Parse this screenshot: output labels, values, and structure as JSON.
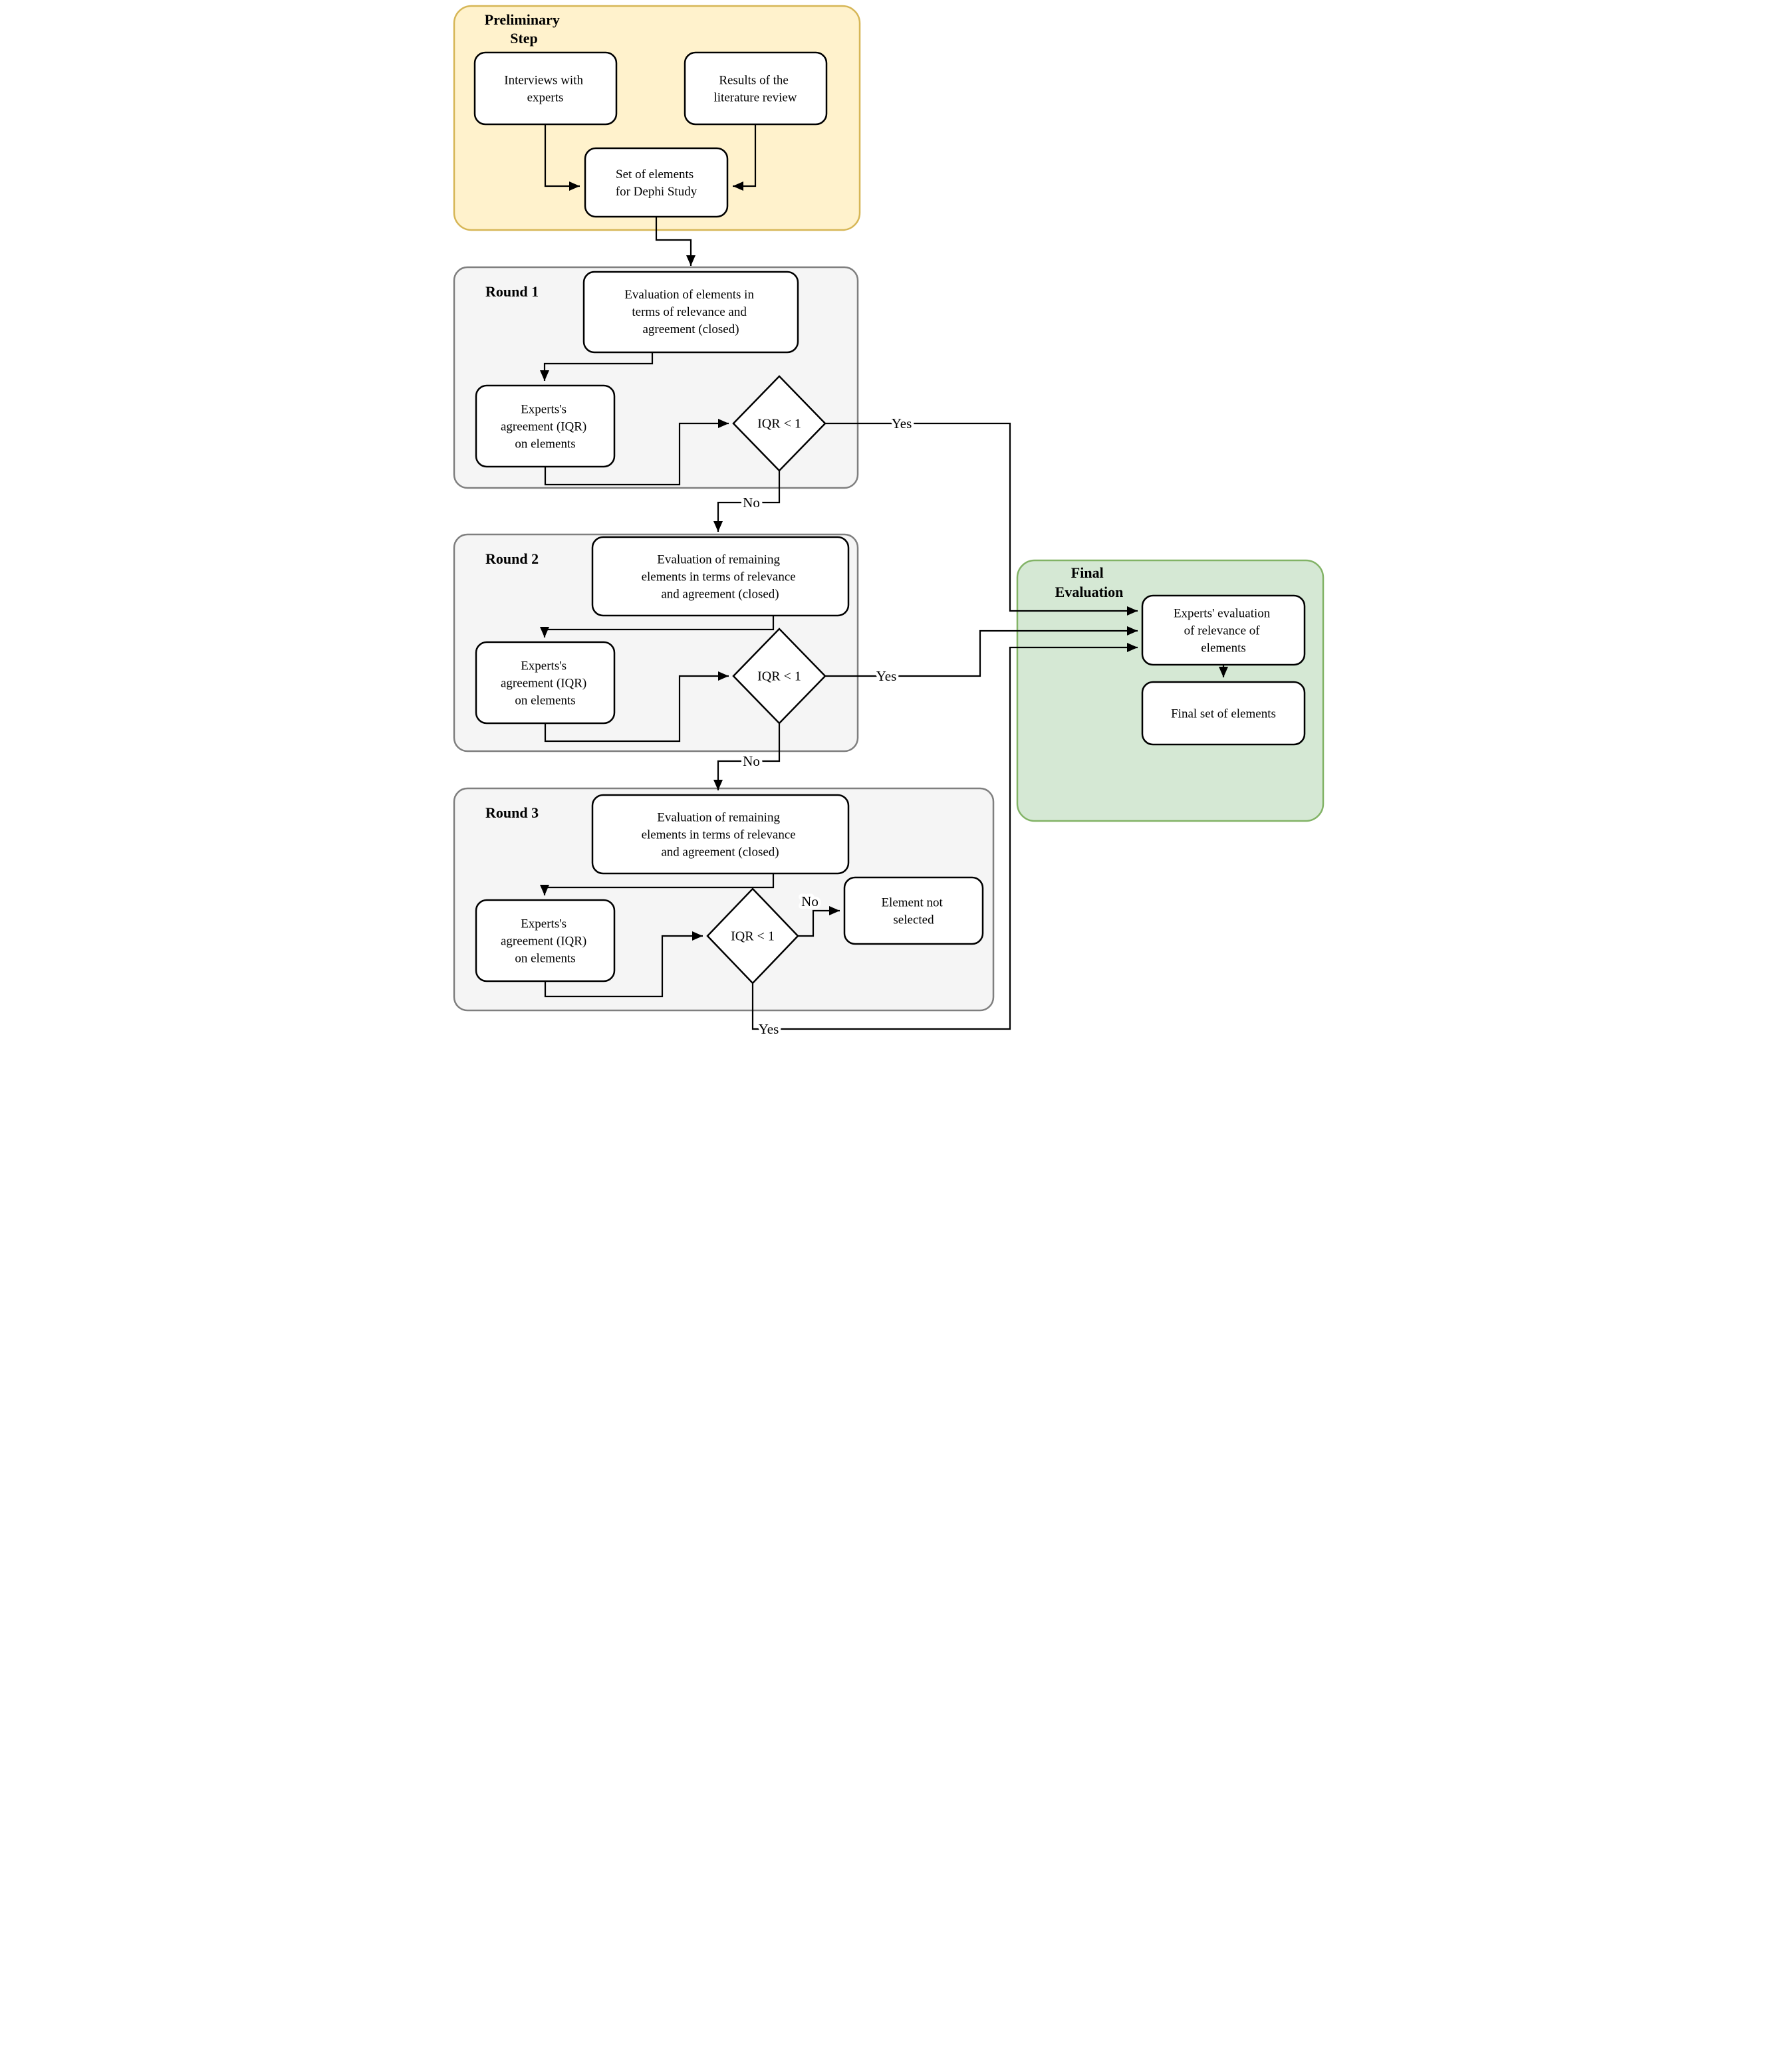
{
  "colors": {
    "yellow_fill": "#FFF2CC",
    "yellow_border": "#D6B656",
    "gray_fill": "#F5F5F5",
    "gray_border": "#7F7F7F",
    "green_fill": "#D5E8D4",
    "green_border": "#82B366",
    "node_fill": "#FFFFFF",
    "node_border": "#000000",
    "edge": "#000000"
  },
  "containers": {
    "preliminary": {
      "title_lines": [
        "Preliminary",
        "Step"
      ]
    },
    "round1": {
      "title": "Round 1"
    },
    "round2": {
      "title": "Round 2"
    },
    "round3": {
      "title": "Round 3"
    },
    "final": {
      "title_lines": [
        "Final",
        "Evaluation"
      ]
    }
  },
  "nodes": {
    "interviews": {
      "lines": [
        "Interviews with",
        "experts"
      ]
    },
    "literature_results": {
      "lines": [
        "Results of the",
        "literature review"
      ]
    },
    "element_set": {
      "lines": [
        "Set of elements",
        "for Dephi Study"
      ]
    },
    "r1_evaluation": {
      "lines": [
        "Evaluation of elements in",
        "terms of relevance and",
        "agreement (closed)"
      ]
    },
    "r1_agreement": {
      "lines": [
        "Experts's",
        "agreement (IQR)",
        "on elements"
      ]
    },
    "r1_decision": {
      "label": "IQR < 1"
    },
    "r2_evaluation": {
      "lines": [
        "Evaluation of remaining",
        "elements in terms of relevance",
        "and agreement (closed)"
      ]
    },
    "r2_agreement": {
      "lines": [
        "Experts's",
        "agreement (IQR)",
        "on elements"
      ]
    },
    "r2_decision": {
      "label": "IQR < 1"
    },
    "r3_evaluation": {
      "lines": [
        "Evaluation of remaining",
        "elements in terms of relevance",
        "and agreement (closed)"
      ]
    },
    "r3_agreement": {
      "lines": [
        "Experts's",
        "agreement (IQR)",
        "on elements"
      ]
    },
    "r3_decision": {
      "label": "IQR < 1"
    },
    "element_not_selected": {
      "lines": [
        "Element not",
        "selected"
      ]
    },
    "experts_evaluation": {
      "lines": [
        "Experts' evaluation",
        "of relevance of",
        "elements"
      ]
    },
    "final_set": {
      "lines": [
        "Final set of elements"
      ]
    }
  },
  "edges": {
    "r1_yes": {
      "label": "Yes"
    },
    "r1_no": {
      "label": "No"
    },
    "r2_yes": {
      "label": "Yes"
    },
    "r2_no": {
      "label": "No"
    },
    "r3_yes": {
      "label": "Yes"
    },
    "r3_no": {
      "label": "No"
    }
  }
}
